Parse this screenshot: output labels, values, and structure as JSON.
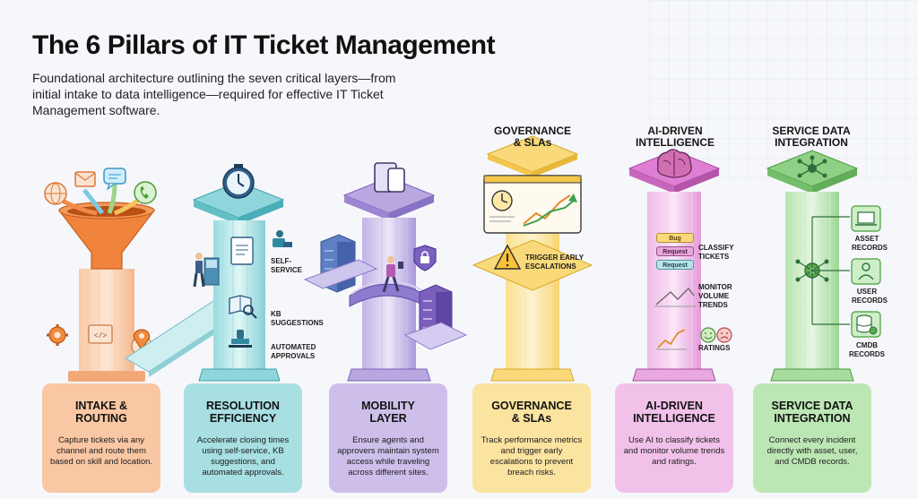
{
  "title": "The 6 Pillars of IT Ticket Management",
  "subtitle": "Foundational architecture outlining the seven critical layers—from initial intake to data intelligence—required for effective IT Ticket Management software.",
  "colors": {
    "intake": "#f5b48a",
    "resolution": "#8fd6dc",
    "mobility": "#b9a7e0",
    "governance": "#f9d97a",
    "ai": "#e9a8e0",
    "service": "#a8dca0"
  },
  "pillars": [
    {
      "id": "intake",
      "card_title": "INTAKE &\nROUTING",
      "card_desc": "Capture tickets via any channel and route them based on skill and location."
    },
    {
      "id": "resolution",
      "card_title": "RESOLUTION\nEFFICIENCY",
      "card_desc": "Accelerate closing times using self-service, KB suggestions, and automated approvals.",
      "labels": [
        "SELF-\nSERVICE",
        "KB\nSUGGESTIONS",
        "AUTOMATED\nAPPROVALS"
      ]
    },
    {
      "id": "mobility",
      "card_title": "MOBILITY\nLAYER",
      "card_desc": "Ensure agents and approvers maintain system access while traveling across different sites."
    },
    {
      "id": "governance",
      "top_label": "GOVERNANCE\n& SLAs",
      "card_title": "GOVERNANCE\n& SLAs",
      "card_desc": "Track performance metrics and trigger early escalations to prevent breach risks.",
      "labels": [
        "TRIGGER EARLY\nESCALATIONS"
      ]
    },
    {
      "id": "ai",
      "top_label": "AI-DRIVEN\nINTELLIGENCE",
      "card_title": "AI-DRIVEN\nINTELLIGENCE",
      "card_desc": "Use AI to classify tickets and monitor volume trends and ratings.",
      "labels": [
        "CLASSIFY\nTICKETS",
        "MONITOR\nVOLUME\nTRENDS",
        "RATINGS"
      ],
      "tags": [
        "Bug",
        "Request",
        "Request"
      ]
    },
    {
      "id": "service",
      "top_label": "SERVICE DATA\nINTEGRATION",
      "card_title": "SERVICE DATA\nINTEGRATION",
      "card_desc": "Connect every incident directly with asset, user, and CMDB records.",
      "labels": [
        "ASSET\nRECORDS",
        "USER\nRECORDS",
        "CMDB\nRECORDS"
      ]
    }
  ],
  "icons": [
    "globe-icon",
    "mail-icon",
    "chat-icon",
    "phone-icon",
    "gear-icon",
    "code-icon",
    "location-icon",
    "stopwatch-icon",
    "document-icon",
    "book-icon",
    "stamp-icon",
    "tablet-icon",
    "lock-icon",
    "warning-icon",
    "brain-icon",
    "smile-icon",
    "frown-icon",
    "network-hub-icon",
    "laptop-icon",
    "user-icon",
    "database-icon"
  ]
}
